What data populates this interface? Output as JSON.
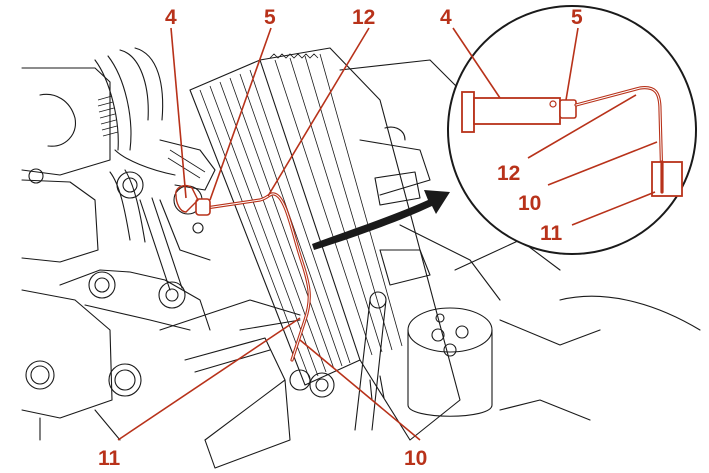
{
  "colors": {
    "callout": "#b8321a",
    "lineart": "#1a1a1a",
    "background": "#ffffff",
    "arrow": "#1a1a1a"
  },
  "callouts": {
    "main_4": "4",
    "main_5": "5",
    "main_12": "12",
    "main_11": "11",
    "main_10": "10",
    "inset_4": "4",
    "inset_5": "5",
    "inset_12": "12",
    "inset_10": "10",
    "inset_11": "11"
  },
  "icons": {
    "pointer": "curved-arrow-icon"
  }
}
